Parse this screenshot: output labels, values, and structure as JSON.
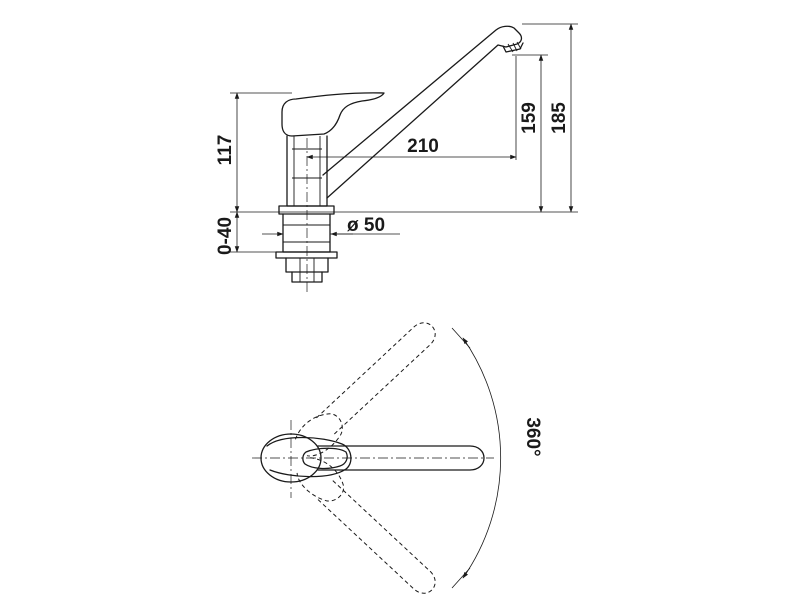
{
  "diagram": {
    "line_color": "#1a1a1a",
    "background": "#ffffff",
    "dimensions": {
      "height_body": "117",
      "spout_reach": "210",
      "outlet_height": "159",
      "total_height": "185",
      "worktop_thickness": "0-40",
      "hole_diameter": "ø 50",
      "rotation": "360°"
    }
  }
}
